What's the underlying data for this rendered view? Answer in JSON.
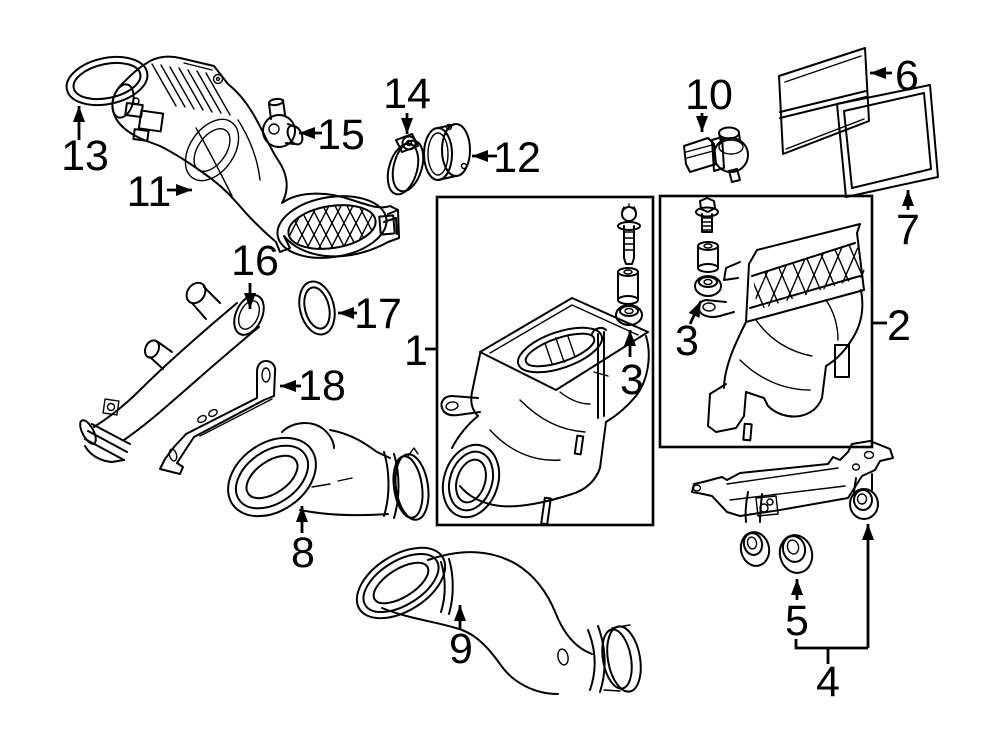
{
  "figure": {
    "type": "exploded-parts-diagram",
    "subject": "engine air intake / air cleaner assembly",
    "background_color": "#ffffff",
    "line_color": "#000000"
  },
  "callouts": {
    "c1": {
      "number": "1"
    },
    "c2": {
      "number": "2"
    },
    "c3a": {
      "number": "3"
    },
    "c3b": {
      "number": "3"
    },
    "c4": {
      "number": "4"
    },
    "c5": {
      "number": "5"
    },
    "c6": {
      "number": "6"
    },
    "c7": {
      "number": "7"
    },
    "c8": {
      "number": "8"
    },
    "c9": {
      "number": "9"
    },
    "c10": {
      "number": "10"
    },
    "c11": {
      "number": "11"
    },
    "c12": {
      "number": "12"
    },
    "c13": {
      "number": "13"
    },
    "c14": {
      "number": "14"
    },
    "c15": {
      "number": "15"
    },
    "c16": {
      "number": "16"
    },
    "c17": {
      "number": "17"
    },
    "c18": {
      "number": "18"
    }
  }
}
